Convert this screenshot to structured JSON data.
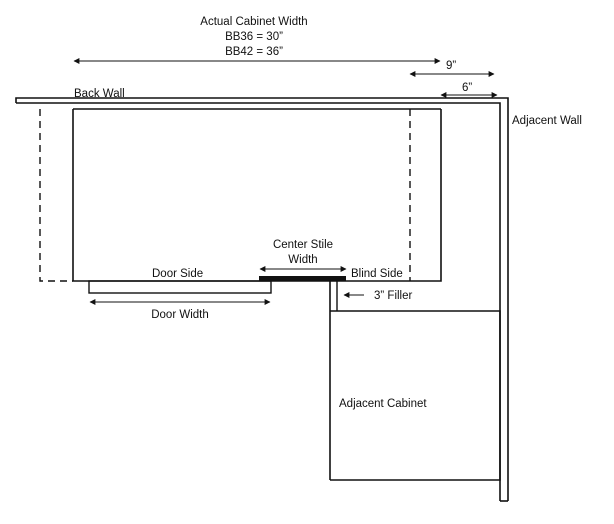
{
  "labels": {
    "title_line1": "Actual Cabinet Width",
    "title_line2": "BB36 = 30”",
    "title_line3": "BB42 = 36”",
    "nine_inch": "9”",
    "six_inch": "6”",
    "back_wall": "Back Wall",
    "adjacent_wall": "Adjacent Wall",
    "center_stile_line1": "Center Stile",
    "center_stile_line2": "Width",
    "door_side": "Door Side",
    "blind_side": "Blind Side",
    "filler": "3” Filler",
    "door_width": "Door Width",
    "adjacent_cabinet": "Adjacent Cabinet"
  },
  "colors": {
    "line": "#111111",
    "background": "#ffffff"
  }
}
